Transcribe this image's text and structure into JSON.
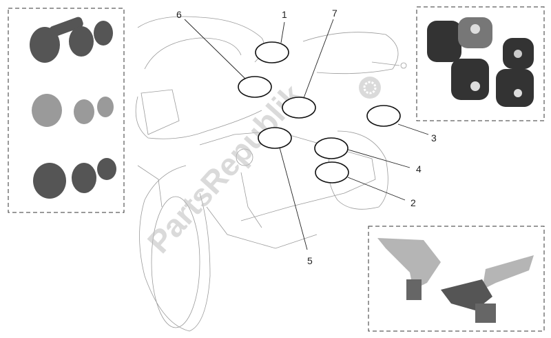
{
  "diagram": {
    "callouts": [
      {
        "id": "1",
        "label": "1"
      },
      {
        "id": "2",
        "label": "2"
      },
      {
        "id": "3",
        "label": "3"
      },
      {
        "id": "4",
        "label": "4"
      },
      {
        "id": "5",
        "label": "5"
      },
      {
        "id": "6",
        "label": "6"
      },
      {
        "id": "7",
        "label": "7"
      }
    ],
    "watermark": "PartsRepublik",
    "insets": [
      {
        "content": "bolts-set"
      },
      {
        "content": "frame-sliders"
      },
      {
        "content": "rearsets-footpegs"
      }
    ],
    "colors": {
      "line": "#222222",
      "outline": "#9a9a9a",
      "watermark": "#c8c8c8",
      "photo": "#4a4a4a"
    }
  }
}
